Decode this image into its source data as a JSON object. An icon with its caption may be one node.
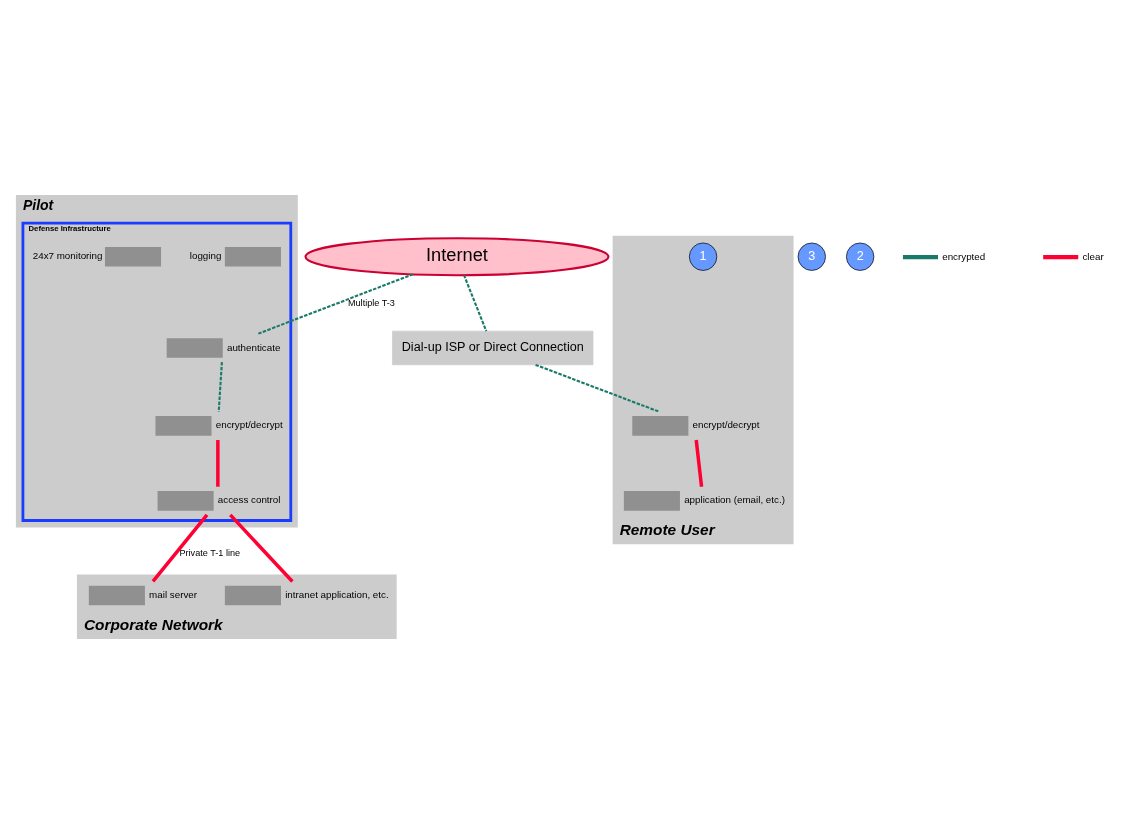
{
  "diagram": {
    "nodes": [
      {
        "text": [
          "Internet"
        ]
      },
      {
        "text": [
          "Pilot"
        ]
      },
      {
        "text": [
          "Defense Infrastructure"
        ],
        "in": 1
      },
      {
        "text": [],
        "shape": "box",
        "beside": [
          "authenticate"
        ],
        "in": 2
      },
      {
        "text": [],
        "shape": "box",
        "beside": [
          "encrypt/decrypt"
        ],
        "in": 2
      },
      {
        "text": [],
        "shape": "box",
        "beside": [
          "access control"
        ],
        "in": 2
      },
      {
        "text": [],
        "shape": "box",
        "beside": [
          "logging"
        ],
        "in": 2
      },
      {
        "text": [],
        "shape": "box",
        "beside": [
          "24x7 monitoring"
        ],
        "in": 2
      },
      {
        "text": [
          "3"
        ]
      },
      {
        "text": [
          "2"
        ]
      },
      {
        "text": [
          "Dial-up ISP or Direct Connection"
        ]
      },
      {
        "text": [
          "Corporate Network"
        ]
      },
      {
        "text": [],
        "shape": "box",
        "beside": [
          "mail server"
        ],
        "in": 11
      },
      {
        "text": [],
        "shape": "box",
        "beside": [
          "intranet application, etc."
        ],
        "in": 11
      },
      {
        "text": [
          "Remote User"
        ]
      },
      {
        "text": [],
        "shape": "box",
        "beside": [
          "encrypt/decrypt"
        ],
        "in": 14
      },
      {
        "text": [],
        "shape": "box",
        "beside": [
          "application (email, etc.)"
        ],
        "in": 14
      },
      {
        "text": [
          "1"
        ],
        "in": 14
      }
    ],
    "edges": [
      {
        "from": 0,
        "to": 3,
        "arrow": "none",
        "label": "Multiple T-3",
        "style": "dashed",
        "color": "#1a7a6a"
      },
      {
        "from": 3,
        "to": 4,
        "arrow": "none",
        "style": "dashed",
        "color": "#1a7a6a"
      },
      {
        "from": 4,
        "to": 5,
        "arrow": "none",
        "color": "#ff0033"
      },
      {
        "from": 5,
        "to": 12,
        "arrow": "none",
        "label": "Private T-1 line",
        "color": "#ff0033"
      },
      {
        "from": 5,
        "to": 13,
        "arrow": "none",
        "color": "#ff0033"
      },
      {
        "from": 0,
        "to": 10,
        "arrow": "none",
        "style": "dashed",
        "color": "#1a7a6a"
      },
      {
        "from": 10,
        "to": 15,
        "arrow": "none",
        "style": "dashed",
        "color": "#1a7a6a"
      },
      {
        "from": 15,
        "to": 16,
        "arrow": "none",
        "color": "#ff0033"
      }
    ],
    "legend": [
      {
        "text": "encrypted"
      },
      {
        "text": "clear"
      }
    ]
  }
}
